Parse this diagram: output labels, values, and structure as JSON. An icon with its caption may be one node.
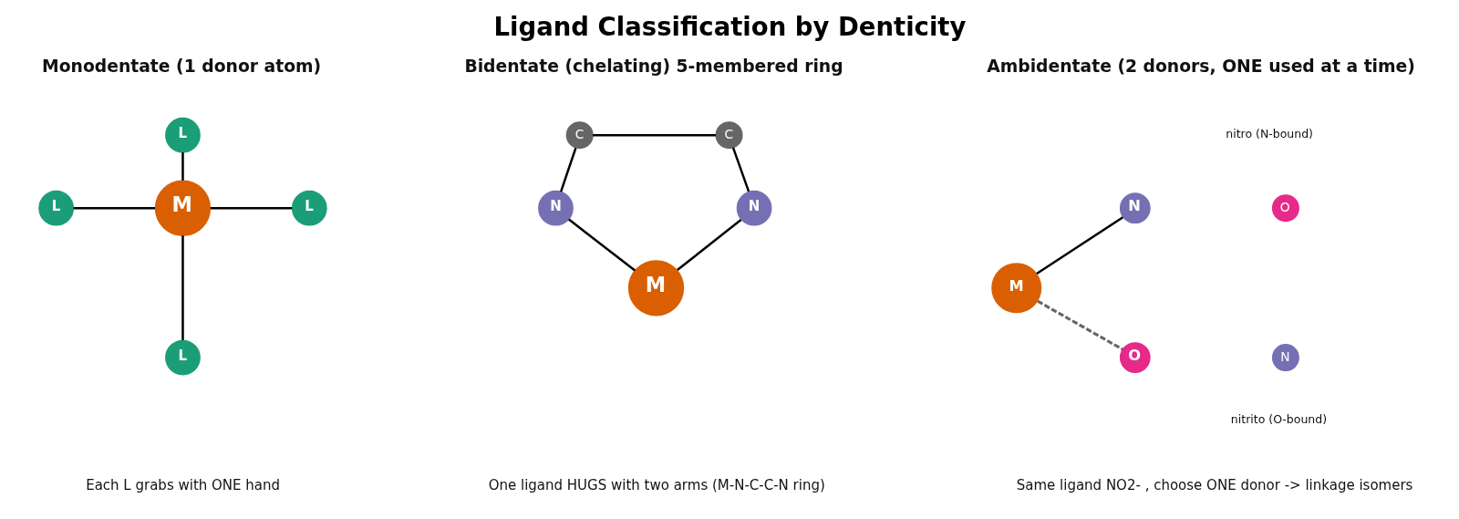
{
  "diagram": {
    "title": "Ligand Classification by Denticity",
    "nodes": [
      {
        "text": [
          "L"
        ]
      },
      {
        "text": [
          "L"
        ]
      },
      {
        "text": [
          "M"
        ]
      },
      {
        "text": [
          "L"
        ]
      },
      {
        "text": [
          "L"
        ]
      },
      {
        "text": [
          "C"
        ]
      },
      {
        "text": [
          "C"
        ]
      },
      {
        "text": [
          "N"
        ]
      },
      {
        "text": [
          "N"
        ]
      },
      {
        "text": [
          "M"
        ]
      },
      {
        "text": [
          "M"
        ]
      },
      {
        "text": [
          "N"
        ]
      },
      {
        "text": [
          "O"
        ]
      },
      {
        "text": [
          "O"
        ]
      },
      {
        "text": [
          "N"
        ]
      }
    ],
    "edges": [
      {
        "from": 2,
        "to": 0,
        "arrow": "none"
      },
      {
        "from": 2,
        "to": 1,
        "arrow": "none"
      },
      {
        "from": 2,
        "to": 3,
        "arrow": "none"
      },
      {
        "from": 2,
        "to": 4,
        "arrow": "none"
      },
      {
        "from": 5,
        "to": 6,
        "arrow": "none"
      },
      {
        "from": 5,
        "to": 7,
        "arrow": "none"
      },
      {
        "from": 6,
        "to": 8,
        "arrow": "none"
      },
      {
        "from": 7,
        "to": 9,
        "arrow": "none"
      },
      {
        "from": 8,
        "to": 9,
        "arrow": "none"
      },
      {
        "from": 10,
        "to": 11,
        "arrow": "none"
      },
      {
        "from": 10,
        "to": 12,
        "arrow": "none",
        "style": "dashed",
        "color": "#666666"
      }
    ],
    "labels": [
      "Monodentate (1 donor atom)",
      "Bidentate (chelating) 5-membered ring",
      "Ambidentate (2 donors, ONE used at a time)",
      "nitro (N-bound)",
      "nitrito (O-bound)",
      "Each L grabs with ONE hand",
      "One ligand HUGS with two arms (M-N-C-C-N ring)",
      "Same ligand NO2- , choose ONE donor -> linkage isomers"
    ]
  }
}
